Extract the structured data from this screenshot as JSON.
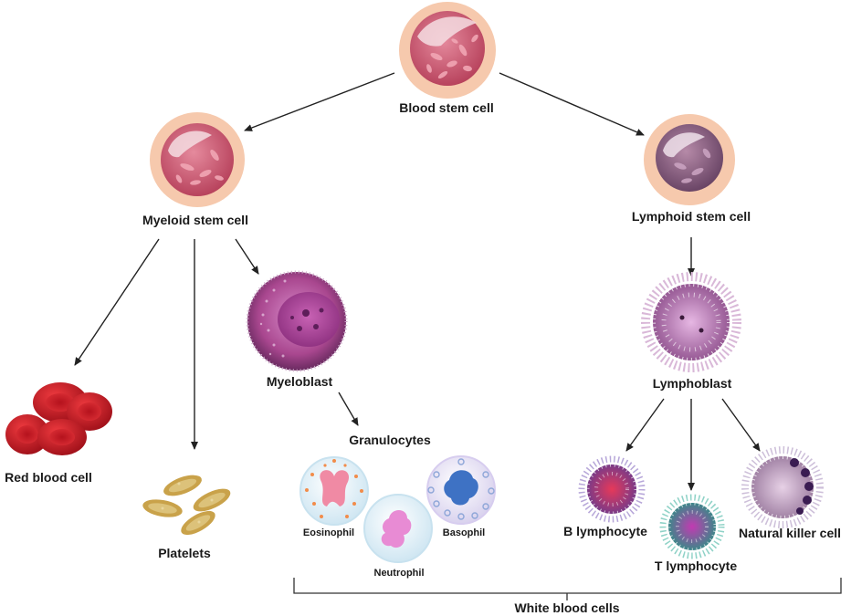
{
  "labels": {
    "blood_stem_cell": "Blood stem cell",
    "myeloid_stem_cell": "Myeloid stem cell",
    "lymphoid_stem_cell": "Lymphoid stem cell",
    "myeloblast": "Myeloblast",
    "lymphoblast": "Lymphoblast",
    "red_blood_cell": "Red blood cell",
    "platelets": "Platelets",
    "granulocytes": "Granulocytes",
    "eosinophil": "Eosinophil",
    "neutrophil": "Neutrophil",
    "basophil": "Basophil",
    "b_lymphocyte": "B lymphocyte",
    "t_lymphocyte": "T lymphocyte",
    "natural_killer_cell": "Natural killer cell",
    "white_blood_cells": "White blood cells"
  },
  "colors": {
    "stem_outer": "#f6c9ad",
    "stem_inner": "#c9566f",
    "lymphoid_inner": "#7a5577",
    "myeloblast": "#b5579d",
    "lymphoblast": "#b37fb4",
    "red_cell": "#d1202a",
    "platelet": "#c9a24a",
    "arrow": "#222222"
  }
}
